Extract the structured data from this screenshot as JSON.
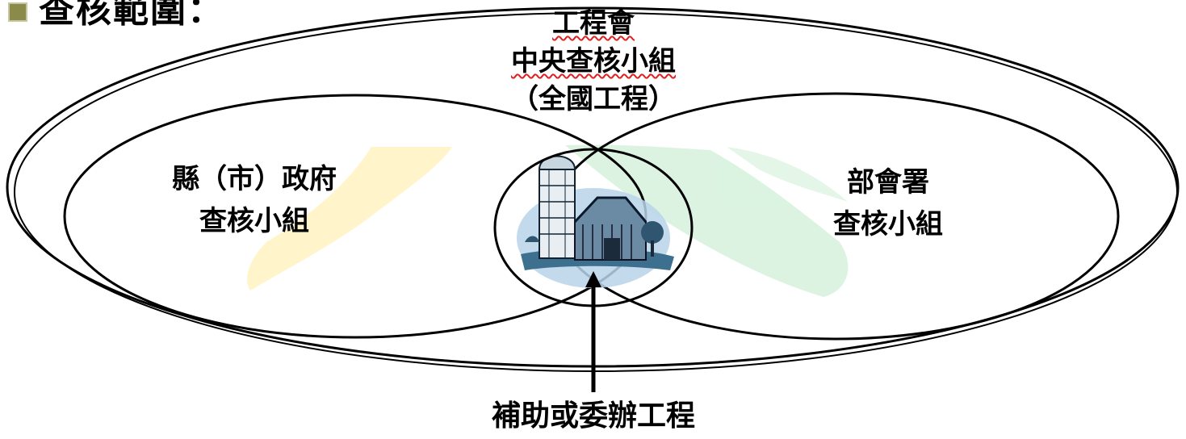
{
  "slide": {
    "title": "查核範圍："
  },
  "outer": {
    "line1": "工程會",
    "line2": "中央查核小組",
    "line3": "（全國工程）"
  },
  "left": {
    "line1": "縣（市）政府",
    "line2": "查核小組"
  },
  "right": {
    "line1": "部會署",
    "line2": "查核小組"
  },
  "center": {
    "label": "補助或委辦工程",
    "image": "barn-silo-clipart"
  },
  "colors": {
    "stroke": "#000000",
    "watermark_yellow": "#fff3c4",
    "watermark_green": "#d8f2de",
    "image_bg": "#b9d4ea",
    "squiggle": "#e02020"
  }
}
